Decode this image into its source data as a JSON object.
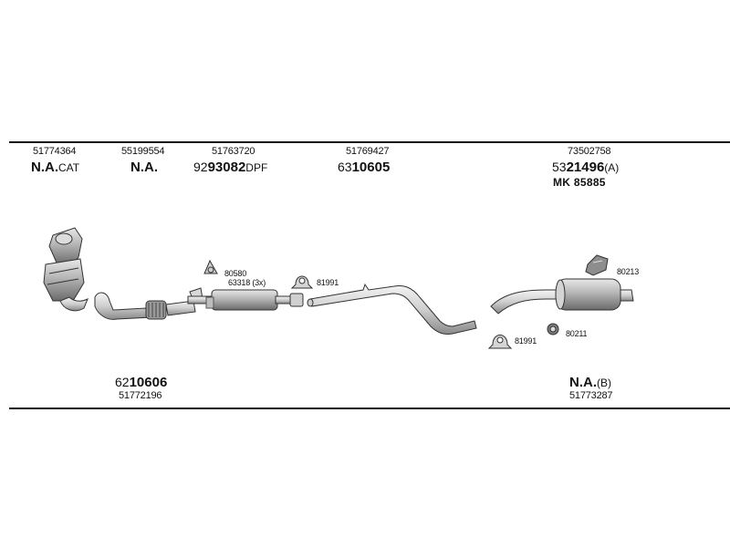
{
  "top_parts": [
    {
      "oe": "51774364",
      "main": "N.A.",
      "prefix": "",
      "suffix": "CAT"
    },
    {
      "oe": "55199554",
      "main": "N.A.",
      "prefix": "",
      "suffix": ""
    },
    {
      "oe": "51763720",
      "main": "93082",
      "prefix": "92",
      "suffix": "DPF"
    },
    {
      "oe": "51769427",
      "main": "10605",
      "prefix": "63",
      "suffix": ""
    },
    {
      "oe": "73502758",
      "main": "21496",
      "prefix": "53",
      "suffix": "(A)",
      "extra": "MK  85885"
    }
  ],
  "bottom_parts": [
    {
      "oe": "51772196",
      "main": "10606",
      "prefix": "62",
      "suffix": ""
    },
    {
      "oe": "51773287",
      "main": "N.A.",
      "prefix": "",
      "suffix": "(B)"
    }
  ],
  "small_parts": {
    "p80580": "80580",
    "p63318": "63318 (3x)",
    "p81991_a": "81991",
    "p81991_b": "81991",
    "p80211": "80211",
    "p80213": "80213"
  }
}
